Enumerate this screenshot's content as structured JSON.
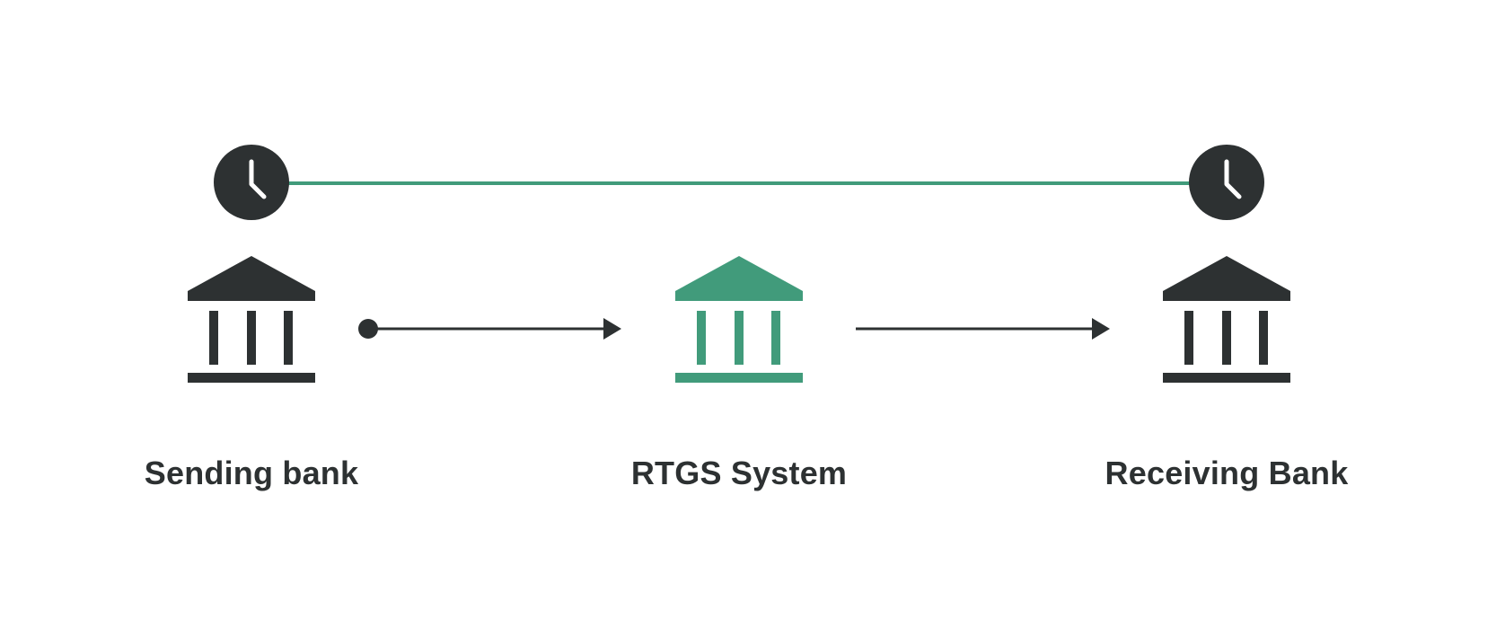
{
  "colors": {
    "dark": "#2d3132",
    "accent": "#419b7b",
    "background": "#ffffff"
  },
  "nodes": [
    {
      "id": "sending",
      "label": "Sending bank",
      "icon": "bank-icon",
      "color": "dark",
      "has_clock": true
    },
    {
      "id": "rtgs",
      "label": "RTGS System",
      "icon": "bank-icon",
      "color": "accent",
      "has_clock": false
    },
    {
      "id": "receiving",
      "label": "Receiving Bank",
      "icon": "bank-icon",
      "color": "dark",
      "has_clock": true
    }
  ],
  "connections": [
    {
      "from": "sending",
      "to": "rtgs",
      "type": "arrow",
      "start_marker": "dot"
    },
    {
      "from": "rtgs",
      "to": "receiving",
      "type": "arrow",
      "start_marker": "none"
    },
    {
      "from": "sending",
      "to": "receiving",
      "type": "timeline",
      "end_markers": "clock-icon"
    }
  ]
}
